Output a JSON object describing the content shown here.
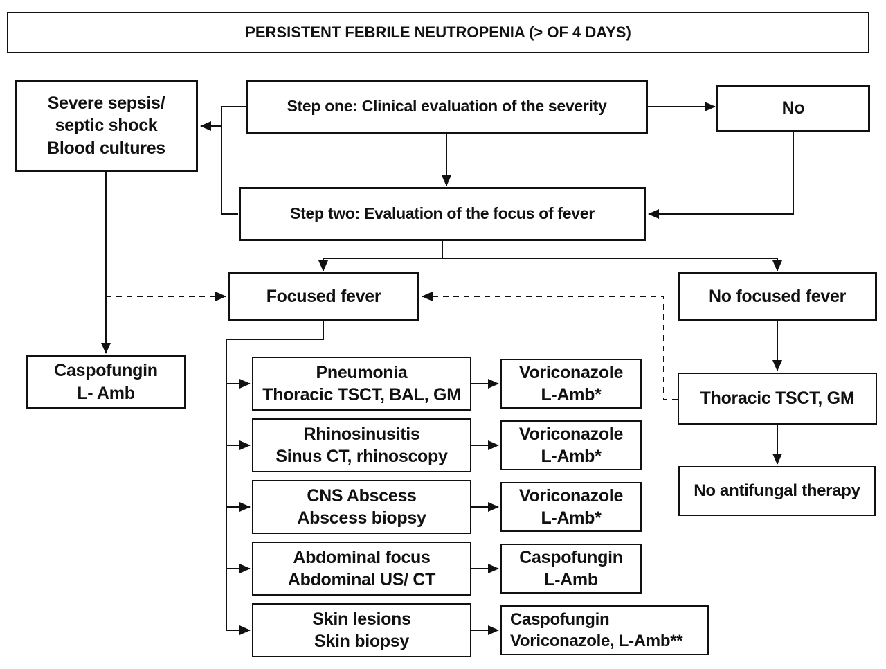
{
  "title": "PERSISTENT FEBRILE NEUTROPENIA (> OF 4 DAYS)",
  "colors": {
    "ink": "#111111",
    "background": "#ffffff"
  },
  "nodes": {
    "severe_sepsis": {
      "lines": [
        "Severe sepsis/",
        "septic shock",
        "Blood cultures"
      ]
    },
    "step_one": {
      "label": "Step one: Clinical evaluation of the severity"
    },
    "no_severe": {
      "label": "No"
    },
    "step_two": {
      "label": "Step two: Evaluation of the focus of fever"
    },
    "focused_fever": {
      "label": "Focused fever"
    },
    "no_focused_fever": {
      "label": "No focused fever"
    },
    "caspofungin_lamb": {
      "lines": [
        "Caspofungin",
        "L- Amb"
      ]
    },
    "thoracic_tsct_gm": {
      "label": "Thoracic TSCT, GM"
    },
    "no_antifungal_therapy": {
      "label": "No antifungal therapy"
    },
    "focus_rows": [
      {
        "condition": [
          "Pneumonia",
          "Thoracic TSCT, BAL, GM"
        ],
        "treatment": [
          "Voriconazole",
          "L-Amb*"
        ]
      },
      {
        "condition": [
          "Rhinosinusitis",
          "Sinus CT, rhinoscopy"
        ],
        "treatment": [
          "Voriconazole",
          "L-Amb*"
        ]
      },
      {
        "condition": [
          "CNS Abscess",
          "Abscess biopsy"
        ],
        "treatment": [
          "Voriconazole",
          "L-Amb*"
        ]
      },
      {
        "condition": [
          "Abdominal focus",
          "Abdominal US/ CT"
        ],
        "treatment": [
          "Caspofungin",
          "L-Amb"
        ]
      },
      {
        "condition": [
          "Skin lesions",
          "Skin biopsy"
        ],
        "treatment": [
          "Caspofungin",
          "Voriconazole, L-Amb**"
        ]
      }
    ]
  }
}
